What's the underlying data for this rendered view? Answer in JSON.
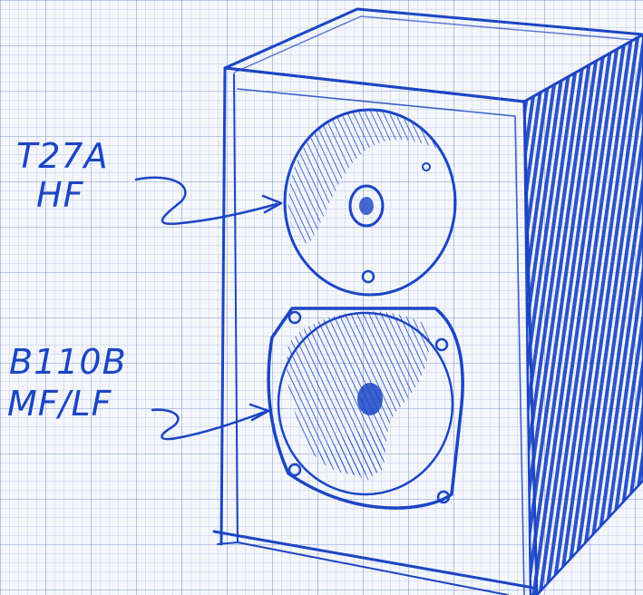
{
  "colors": {
    "ink": "#1b45c4",
    "paper": "#f4f6fb",
    "grid_minor": "#aebde2",
    "grid_major": "#7f97d4"
  },
  "labels": {
    "tweeter_model": "T27A",
    "tweeter_band": "HF",
    "woofer_model": "B110B",
    "woofer_band": "MF/LF"
  }
}
